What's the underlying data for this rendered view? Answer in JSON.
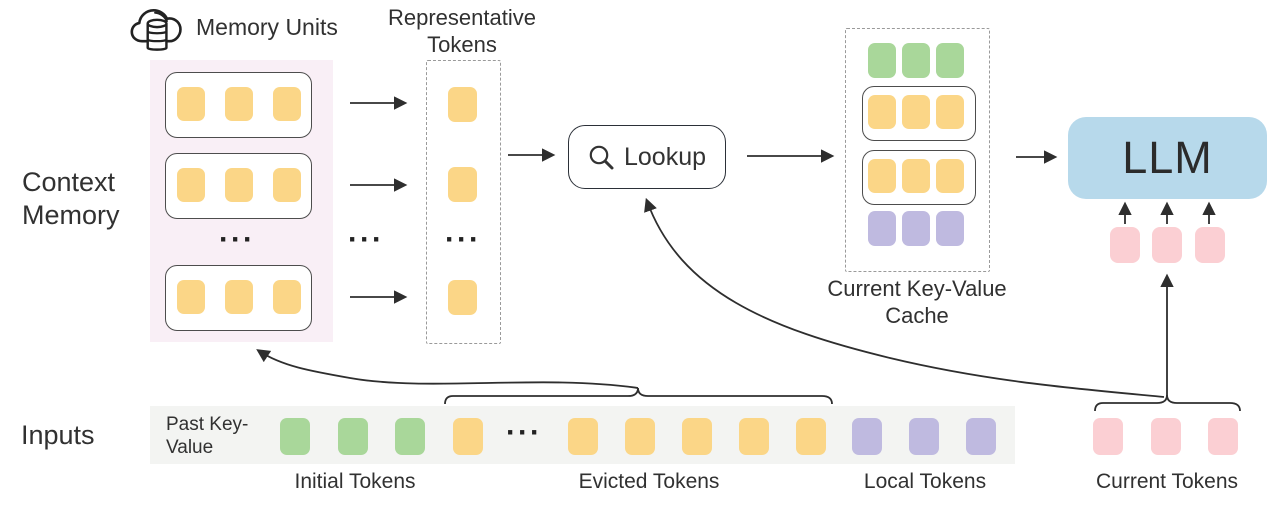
{
  "colors": {
    "yellow": "#fbd687",
    "green": "#a9d79a",
    "purple": "#bfbae0",
    "pink": "#fbcfd3",
    "memory_bg": "#f9eff6",
    "strip_bg": "#f3f4f2",
    "llm_bg": "#b7d9eb"
  },
  "labels": {
    "memory_units": "Memory Units",
    "representative_tokens": "Representative Tokens",
    "context_memory": "Context Memory",
    "lookup": "Lookup",
    "current_kv_cache": "Current Key-Value Cache",
    "llm": "LLM",
    "inputs": "Inputs",
    "past_key_value": "Past Key-Value",
    "initial_tokens": "Initial Tokens",
    "evicted_tokens": "Evicted Tokens",
    "local_tokens": "Local Tokens",
    "current_tokens": "Current Tokens",
    "ellipsis": "···"
  },
  "structure": {
    "memory_units_shown": 3,
    "tokens_per_memory_unit": 3,
    "representative_tokens_shown": 3,
    "cache_rows_top_to_bottom": [
      "green row",
      "yellow unit box",
      "yellow unit box",
      "purple row"
    ],
    "input_token_counts": {
      "initial": 3,
      "evicted_shown": 6,
      "local": 3,
      "current": 3
    },
    "llm_input_tokens_shown": 3
  }
}
